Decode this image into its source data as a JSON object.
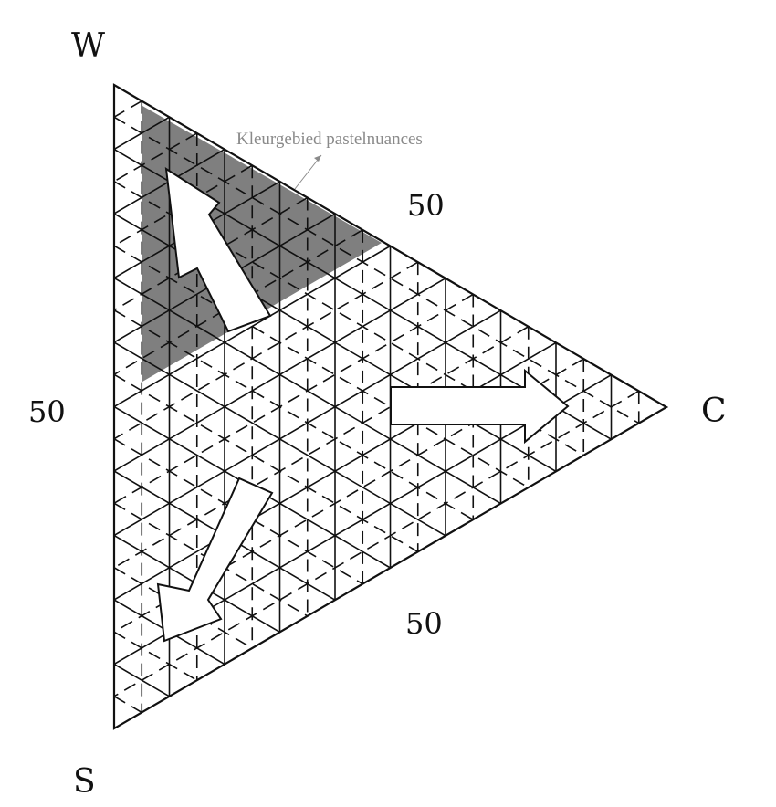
{
  "vertices": {
    "white": "W",
    "color": "C",
    "black": "S"
  },
  "side_labels": {
    "top": "50",
    "left": "50",
    "bottom": "50"
  },
  "region": {
    "label": "Kleurgebied pastelnuances",
    "fill": "#7f7f7f",
    "label_color": "#8a8a8a"
  },
  "colors": {
    "line": "#111111",
    "arrow_fill": "#ffffff"
  }
}
